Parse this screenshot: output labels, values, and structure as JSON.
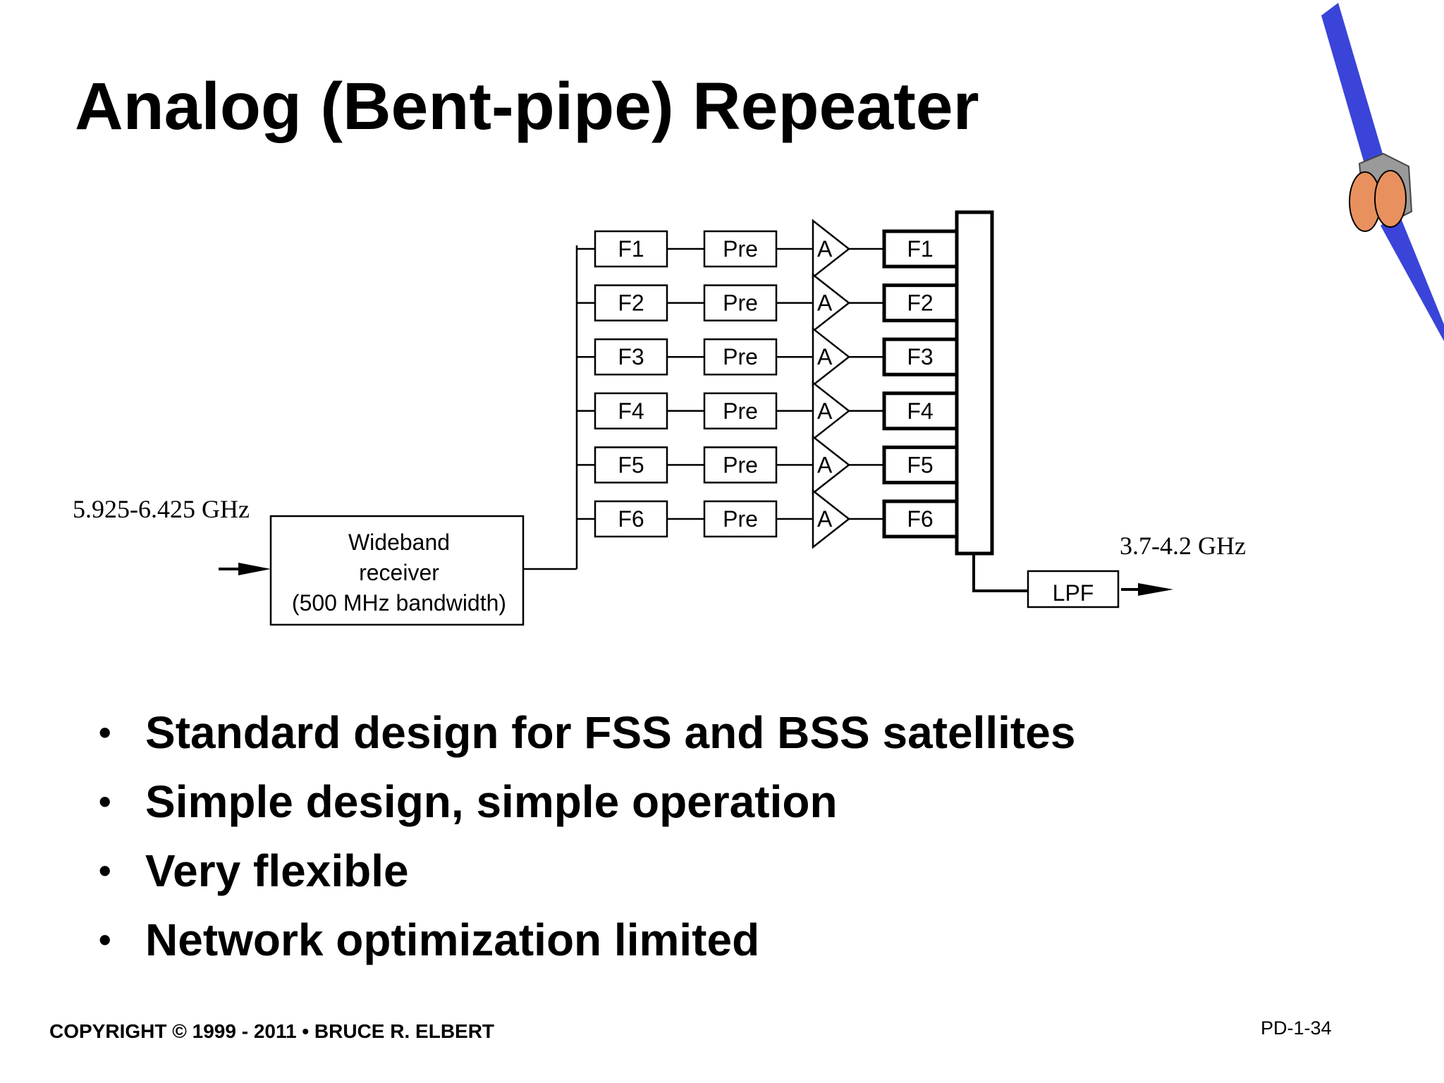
{
  "slide": {
    "title": "Analog (Bent-pipe) Repeater",
    "bullets": [
      "Standard design for FSS and BSS satellites",
      "Simple design, simple operation",
      "Very flexible",
      "Network optimization limited"
    ],
    "copyright": "COPYRIGHT © 1999 - 2011 • BRUCE R. ELBERT",
    "page_number": "PD-1-34"
  },
  "diagram": {
    "input_frequency": "5.925-6.425 GHz",
    "output_frequency": "3.7-4.2 GHz",
    "receiver": {
      "lines": [
        "Wideband",
        "receiver",
        "(500 MHz bandwidth)"
      ]
    },
    "channels": [
      {
        "input_filter": "F1",
        "preamp": "Pre",
        "amplifier": "A",
        "output_filter": "F1"
      },
      {
        "input_filter": "F2",
        "preamp": "Pre",
        "amplifier": "A",
        "output_filter": "F2"
      },
      {
        "input_filter": "F3",
        "preamp": "Pre",
        "amplifier": "A",
        "output_filter": "F3"
      },
      {
        "input_filter": "F4",
        "preamp": "Pre",
        "amplifier": "A",
        "output_filter": "F4"
      },
      {
        "input_filter": "F5",
        "preamp": "Pre",
        "amplifier": "A",
        "output_filter": "F5"
      },
      {
        "input_filter": "F6",
        "preamp": "Pre",
        "amplifier": "A",
        "output_filter": "F6"
      }
    ],
    "lowpass_filter": "LPF"
  },
  "colors": {
    "solar_panel": "#3a44d8",
    "antenna": "#e8915e",
    "satellite_body": "#9a9a9a"
  },
  "icons": {
    "satellite": "satellite-icon"
  }
}
